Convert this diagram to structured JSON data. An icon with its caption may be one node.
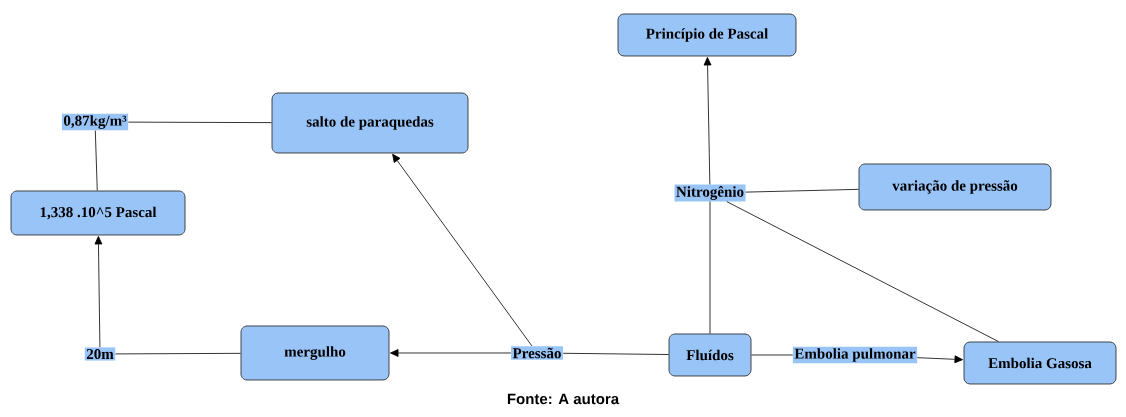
{
  "diagram": {
    "caption": "Fonte: A autora",
    "nodes": [
      {
        "text": [
          "Princípio de Pascal"
        ]
      },
      {
        "text": [
          "0,87kg/m³"
        ]
      },
      {
        "text": [
          "salto de paraquedas"
        ]
      },
      {
        "text": [
          "1,338 .10^5 Pascal"
        ]
      },
      {
        "text": [
          "Nitrogênio"
        ]
      },
      {
        "text": [
          "variação de pressão"
        ]
      },
      {
        "text": [
          "20m"
        ]
      },
      {
        "text": [
          "mergulho"
        ]
      },
      {
        "text": [
          "Pressão"
        ]
      },
      {
        "text": [
          "Fluídos"
        ]
      },
      {
        "text": [
          "Embolia pulmonar"
        ]
      },
      {
        "text": [
          "Embolia Gasosa"
        ]
      }
    ],
    "edges": [
      {
        "from": 2,
        "to": 1,
        "arrow": "none"
      },
      {
        "from": 1,
        "to": 3,
        "arrow": "none"
      },
      {
        "from": 6,
        "to": 3,
        "arrow": "to"
      },
      {
        "from": 7,
        "to": 6,
        "arrow": "none"
      },
      {
        "from": 8,
        "to": 7,
        "arrow": "to"
      },
      {
        "from": 8,
        "to": 2,
        "arrow": "to"
      },
      {
        "from": 9,
        "to": 8,
        "arrow": "none"
      },
      {
        "from": 9,
        "to": 4,
        "arrow": "none"
      },
      {
        "from": 4,
        "to": 0,
        "arrow": "to"
      },
      {
        "from": 4,
        "to": 5,
        "arrow": "none"
      },
      {
        "from": 4,
        "to": 11,
        "arrow": "none"
      },
      {
        "from": 9,
        "to": 10,
        "arrow": "none"
      },
      {
        "from": 10,
        "to": 11,
        "arrow": "to"
      }
    ]
  }
}
